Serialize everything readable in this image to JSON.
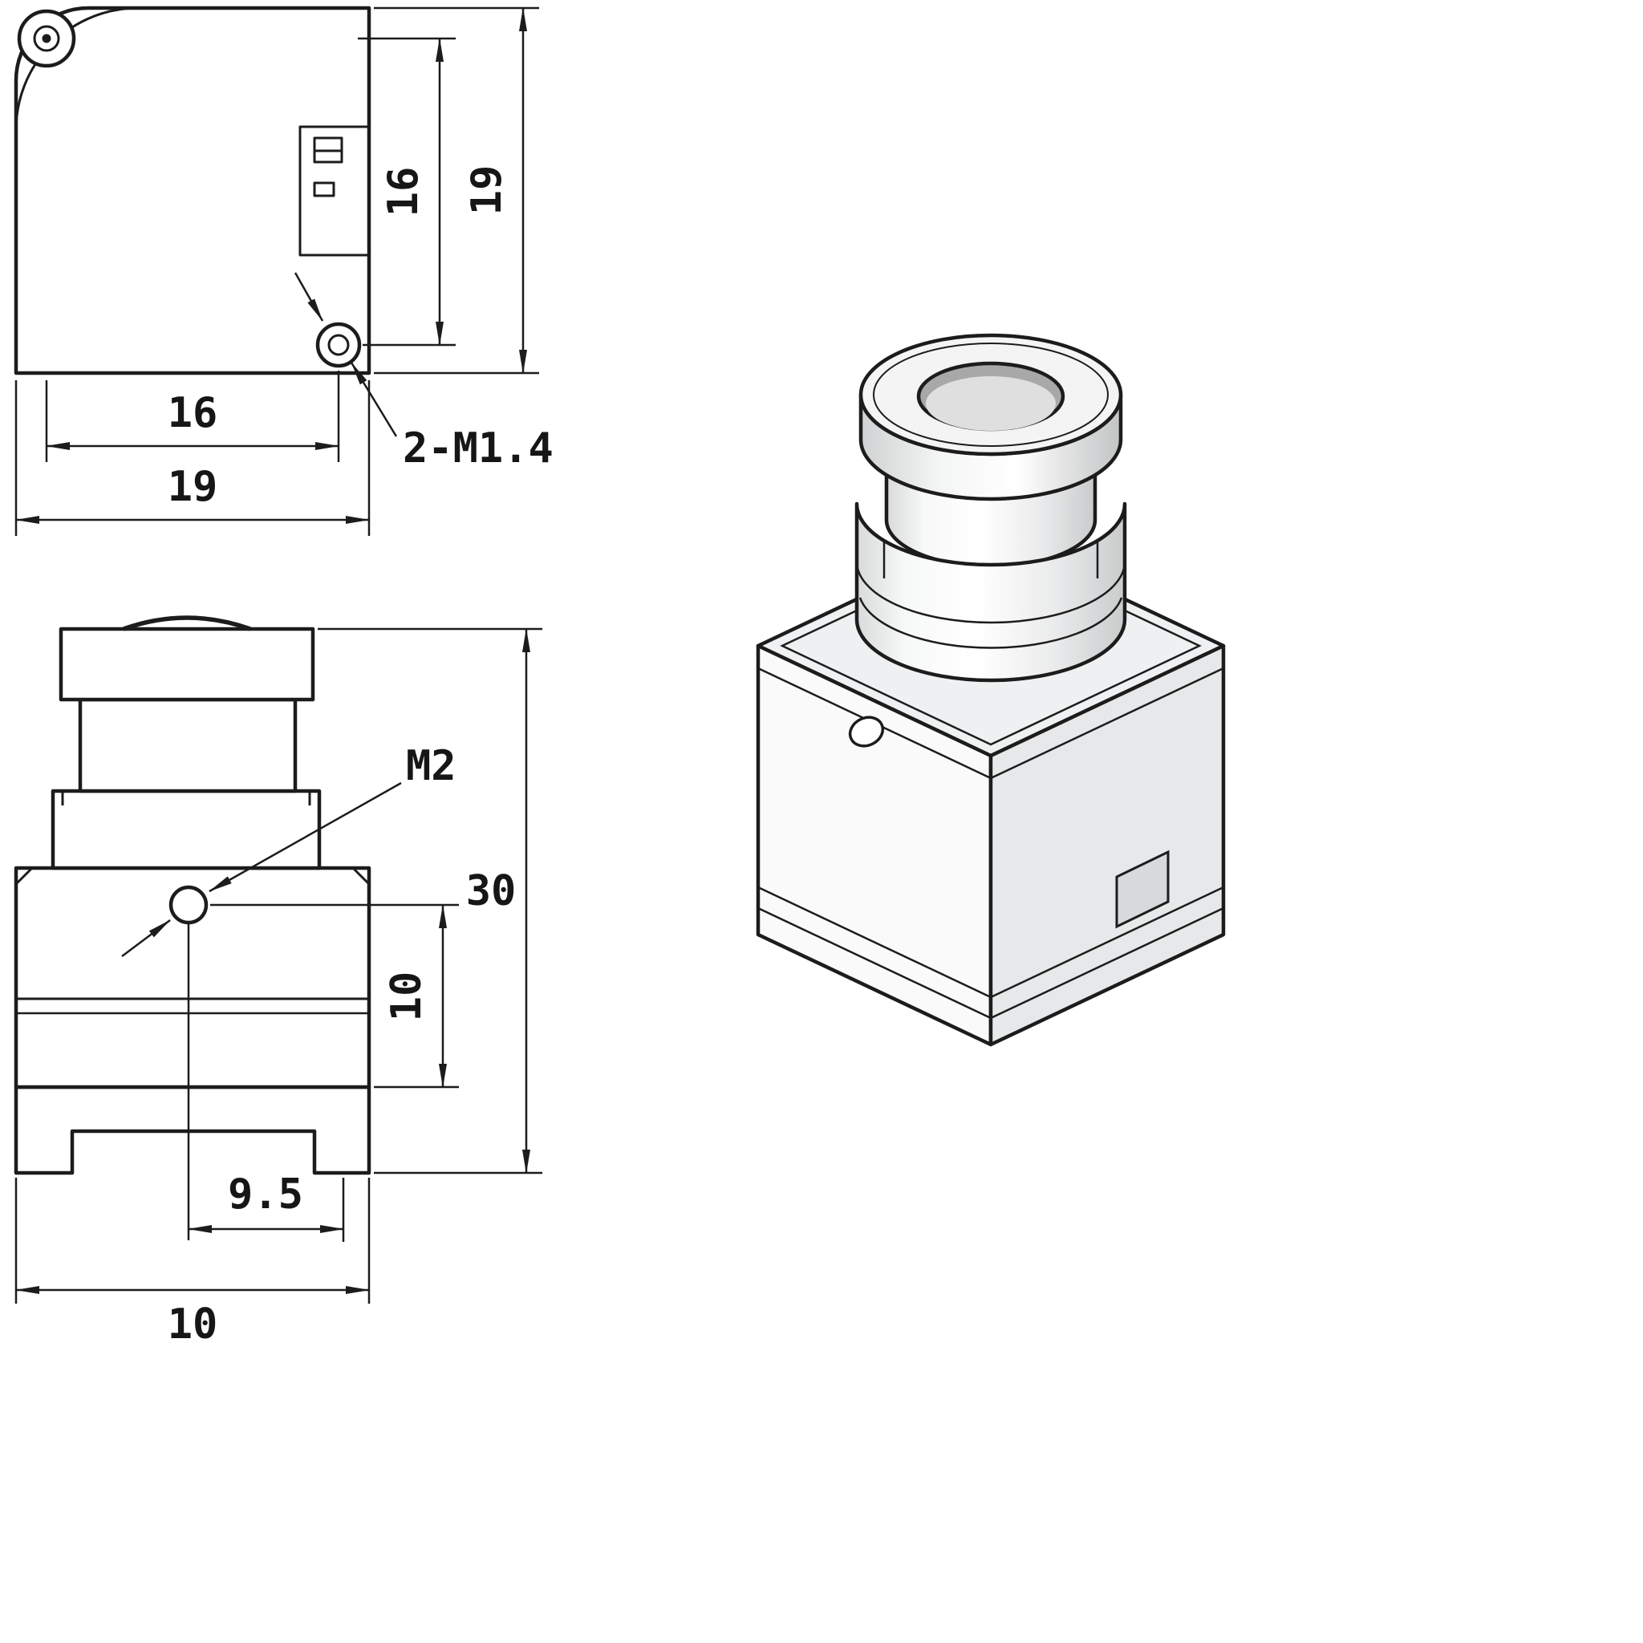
{
  "title": "Camera module engineering drawing",
  "top_view": {
    "dim_hole_spacing_vertical": "16",
    "dim_overall_height": "19",
    "dim_hole_spacing_horizontal": "16",
    "dim_overall_width": "19",
    "thread_callout": "2-M1.4"
  },
  "front_view": {
    "thread_callout": "M2",
    "dim_overall_height": "30",
    "dim_hole_to_base": "10",
    "dim_hole_offset": "9.5",
    "dim_base_width": "10"
  },
  "colors": {
    "line": "#1c1c1c",
    "background": "#ffffff",
    "metal_light": "#f4f4f4",
    "metal_dark": "#c9cbcc"
  }
}
